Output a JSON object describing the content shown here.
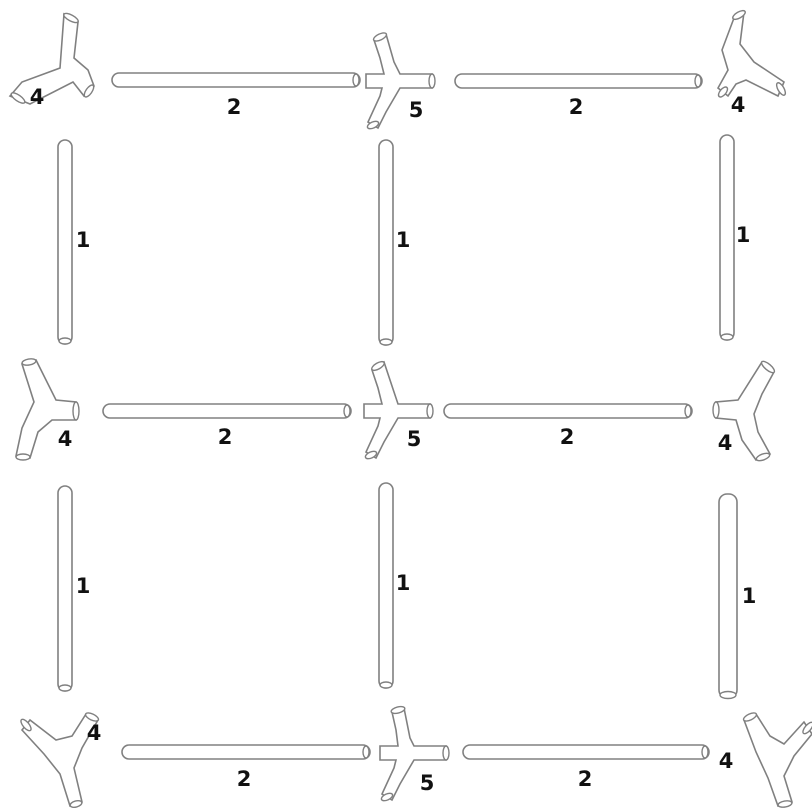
{
  "diagram": {
    "horizontal_rods": [
      {
        "label": "2"
      },
      {
        "label": "2"
      },
      {
        "label": "2"
      },
      {
        "label": "2"
      },
      {
        "label": "2"
      },
      {
        "label": "2"
      }
    ],
    "vertical_rods": [
      {
        "label": "1"
      },
      {
        "label": "1"
      },
      {
        "label": "1"
      },
      {
        "label": "1"
      },
      {
        "label": "1"
      },
      {
        "label": "1"
      }
    ],
    "corner_connectors": [
      {
        "label": "4"
      },
      {
        "label": "4"
      },
      {
        "label": "4"
      },
      {
        "label": "4"
      },
      {
        "label": "4"
      },
      {
        "label": "4"
      }
    ],
    "cross_connectors": [
      {
        "label": "5"
      },
      {
        "label": "5"
      },
      {
        "label": "5"
      }
    ],
    "colors": {
      "outline": "#808080",
      "fill": "#ffffff",
      "text": "#111111"
    }
  }
}
